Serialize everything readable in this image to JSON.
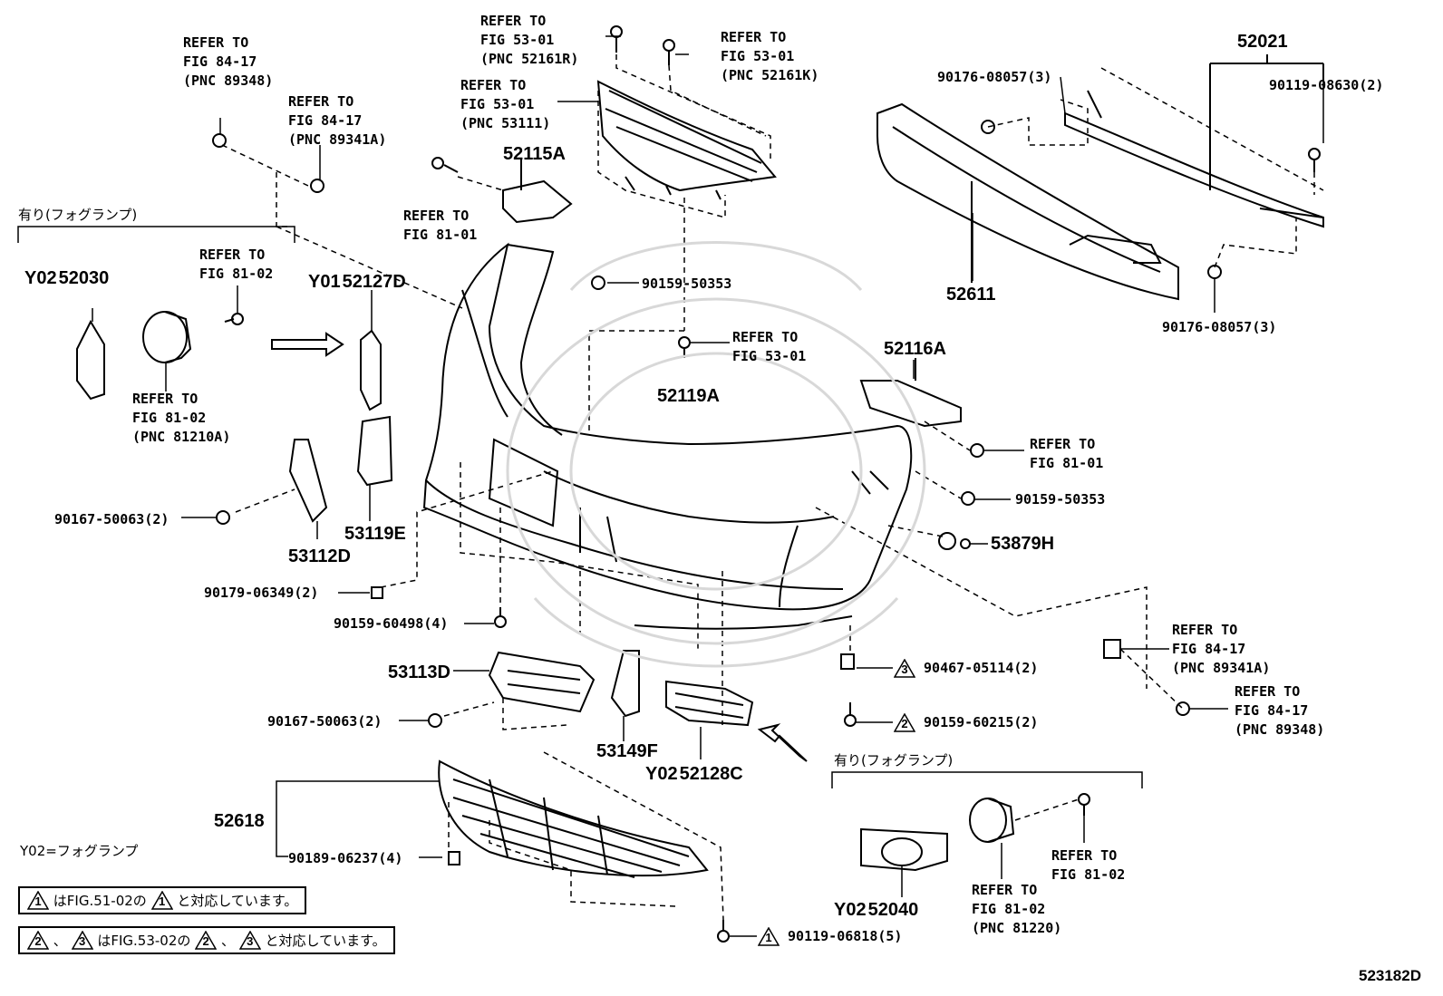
{
  "diagram_id": "523182D",
  "labels": {
    "refer_84_17_a": "REFER TO\nFIG 84-17\n(PNC 89348)",
    "refer_84_17_b": "REFER TO\nFIG 84-17\n(PNC 89341A)",
    "refer_53_01_r": "REFER TO\nFIG 53-01\n(PNC 52161R)",
    "refer_53_01_k": "REFER TO\nFIG 53-01\n(PNC 52161K)",
    "refer_53_01_53111": "REFER TO\nFIG 53-01\n(PNC 53111)",
    "refer_81_01_a": "REFER TO\nFIG 81-01",
    "refer_81_02_a": "REFER TO\nFIG 81-02",
    "refer_81_02_81210a": "REFER TO\nFIG 81-02\n(PNC 81210A)",
    "refer_53_01_b": "REFER TO\nFIG 53-01",
    "refer_81_01_b": "REFER TO\nFIG 81-01",
    "refer_84_17_c": "REFER TO\nFIG 84-17\n(PNC 89341A)",
    "refer_84_17_d": "REFER TO\nFIG 84-17\n(PNC 89348)",
    "refer_81_02_b": "REFER TO\nFIG 81-02",
    "refer_81_02_81220": "REFER TO\nFIG 81-02\n(PNC 81220)"
  },
  "parts": {
    "p52021": "52021",
    "p90176_a": "90176-08057(3)",
    "p90119_08630": "90119-08630(2)",
    "p52611": "52611",
    "p90176_b": "90176-08057(3)",
    "p52115a": "52115A",
    "p90159_50353_a": "90159-50353",
    "p52116a": "52116A",
    "p52119a": "52119A",
    "p90159_50353_b": "90159-50353",
    "p53879h": "53879H",
    "p52030": "52030",
    "p52030_pre": "Y02",
    "p52127d": "52127D",
    "p52127d_pre": "Y01",
    "p90167_a": "90167-50063(2)",
    "p53112d": "53112D",
    "p53119e": "53119E",
    "p90179": "90179-06349(2)",
    "p90159_60498": "90159-60498(4)",
    "p53113d": "53113D",
    "p90167_b": "90167-50063(2)",
    "p53149f": "53149F",
    "p52128c": "52128C",
    "p52128c_pre": "Y02",
    "p90467": "90467-05114(2)",
    "p90159_60215": "90159-60215(2)",
    "p52618": "52618",
    "p90189": "90189-06237(4)",
    "p52040": "52040",
    "p52040_pre": "Y02",
    "p90119_06818": "90119-06818(5)"
  },
  "markers": {
    "m1": "1",
    "m2": "2",
    "m3": "3"
  },
  "japanese": {
    "fog_left": "有り(フォグランプ)",
    "fog_right": "有り(フォグランプ)",
    "legend_y02": "Y02=フォグランプ",
    "note1_text1": "はFIG.51-02の",
    "note1_text2": "と対応しています。",
    "note2_sep": "、",
    "note2_text1": "はFIG.53-02の",
    "note2_text2": "と対応しています。"
  }
}
